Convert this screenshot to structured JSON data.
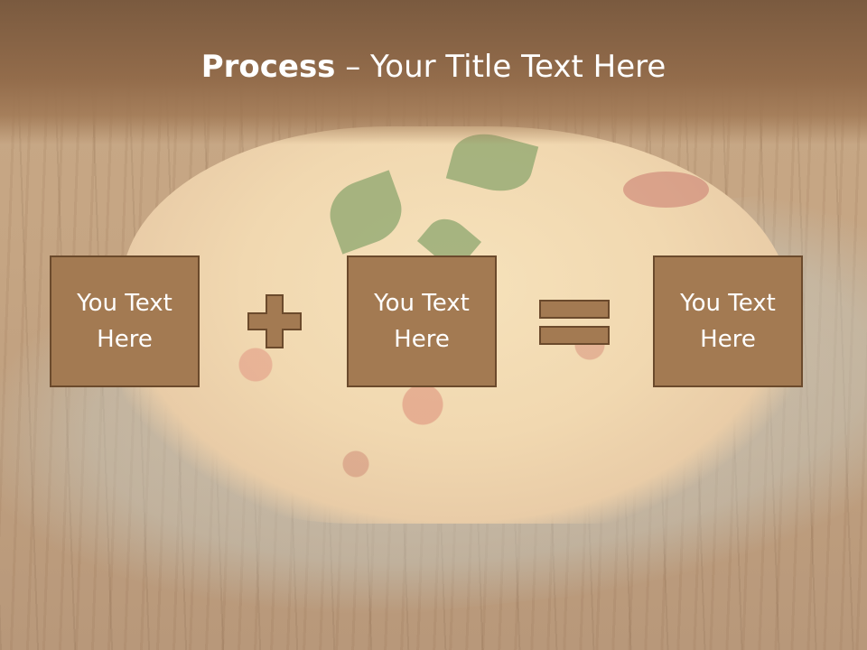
{
  "title": {
    "bold": "Process",
    "rest": " – Your Title Text Here"
  },
  "boxes": [
    {
      "text": "You Text\nHere"
    },
    {
      "text": "You Text\nHere"
    },
    {
      "text": "You Text\nHere"
    }
  ],
  "operators": [
    "plus",
    "equals"
  ],
  "colors": {
    "header": "#8a6446",
    "box_fill": "#a37a52",
    "box_border": "#6b4a2c",
    "text": "#ffffff"
  }
}
